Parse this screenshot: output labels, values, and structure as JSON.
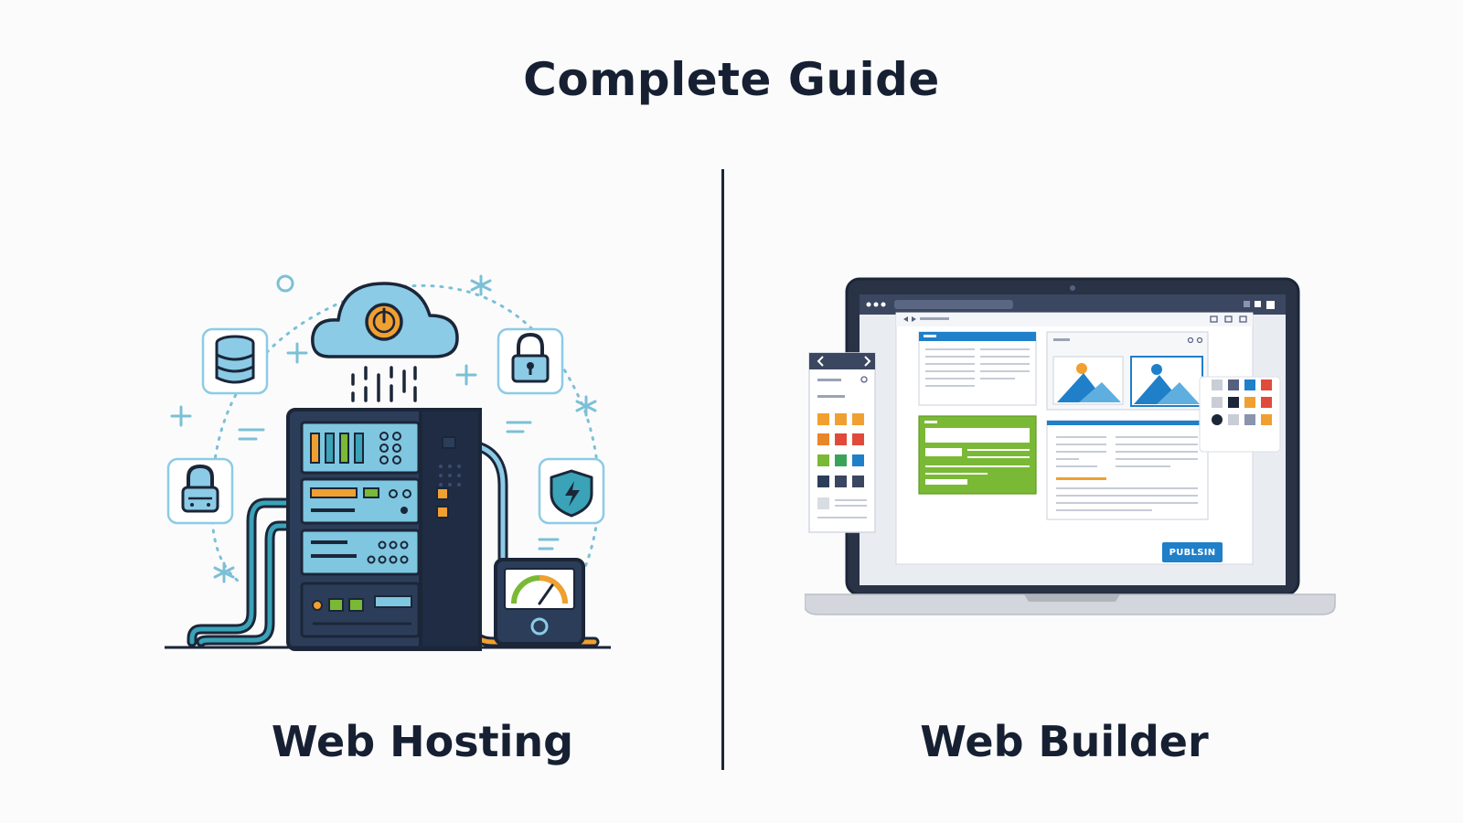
{
  "page": {
    "title": "Complete Guide"
  },
  "hosting": {
    "label": "Web Hosting",
    "icons": [
      "cloud-icon",
      "database-icon",
      "padlock-icon",
      "shield-icon",
      "lock-icon",
      "server-rack-icon",
      "gauge-icon"
    ]
  },
  "builder": {
    "label": "Web Builder",
    "publish_label": "PUBLSIN",
    "icons": [
      "laptop-icon",
      "image-icon",
      "color-palette-icon",
      "chevron-left-icon",
      "chevron-right-icon"
    ]
  },
  "colors": {
    "ink": "#1b2638",
    "cloud": "#8ccbe6",
    "teal": "#3aa3b8",
    "orange": "#f0a030",
    "blue": "#1f7fc9",
    "green": "#7ab935",
    "server": "#2c3d5a",
    "panel": "#7fc6e0"
  }
}
